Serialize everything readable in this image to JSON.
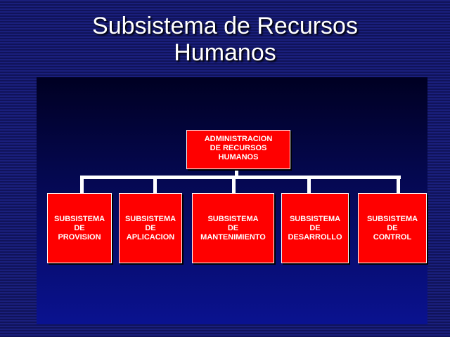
{
  "title": {
    "line1": "Subsistema de Recursos",
    "line2": "Humanos"
  },
  "root": {
    "lines": [
      "ADMINISTRACION",
      "DE RECURSOS",
      "HUMANOS"
    ]
  },
  "children": [
    {
      "lines": [
        "SUBSISTEMA",
        "DE",
        "PROVISION"
      ]
    },
    {
      "lines": [
        "SUBSISTEMA",
        "DE",
        "APLICACION"
      ]
    },
    {
      "lines": [
        "SUBSISTEMA",
        "DE",
        "MANTENIMIENTO"
      ]
    },
    {
      "lines": [
        "SUBSISTEMA",
        "DE",
        "DESARROLLO"
      ]
    },
    {
      "lines": [
        "SUBSISTEMA",
        "DE",
        "CONTROL"
      ]
    }
  ],
  "colors": {
    "box_fill": "#ff0000",
    "box_border": "#ffffff",
    "connector": "#ffffff",
    "title_text": "#ffffff",
    "background": "#14186a"
  }
}
